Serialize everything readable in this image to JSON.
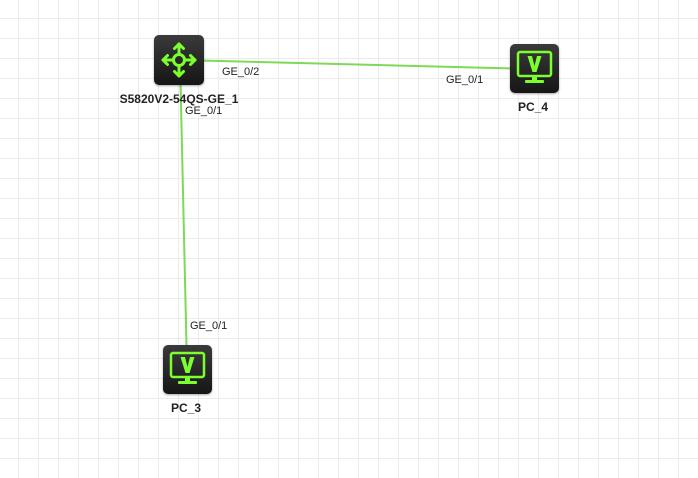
{
  "colors": {
    "link": "#7ed957",
    "accent": "#7cff2e",
    "icon_bg": "#1e1e1e",
    "grid": "#ebebeb"
  },
  "devices": [
    {
      "id": "switch",
      "name": "S5820V2-54QS-GE_1",
      "icon": "switch-icon"
    },
    {
      "id": "pc4",
      "name": "PC_4",
      "icon": "pc-monitor-icon"
    },
    {
      "id": "pc3",
      "name": "PC_3",
      "icon": "pc-monitor-icon"
    }
  ],
  "links": [
    {
      "from": "switch",
      "to": "pc4",
      "from_port": "GE_0/2",
      "to_port": "GE_0/1"
    },
    {
      "from": "switch",
      "to": "pc3",
      "from_port": "GE_0/1",
      "to_port": "GE_0/1"
    }
  ]
}
